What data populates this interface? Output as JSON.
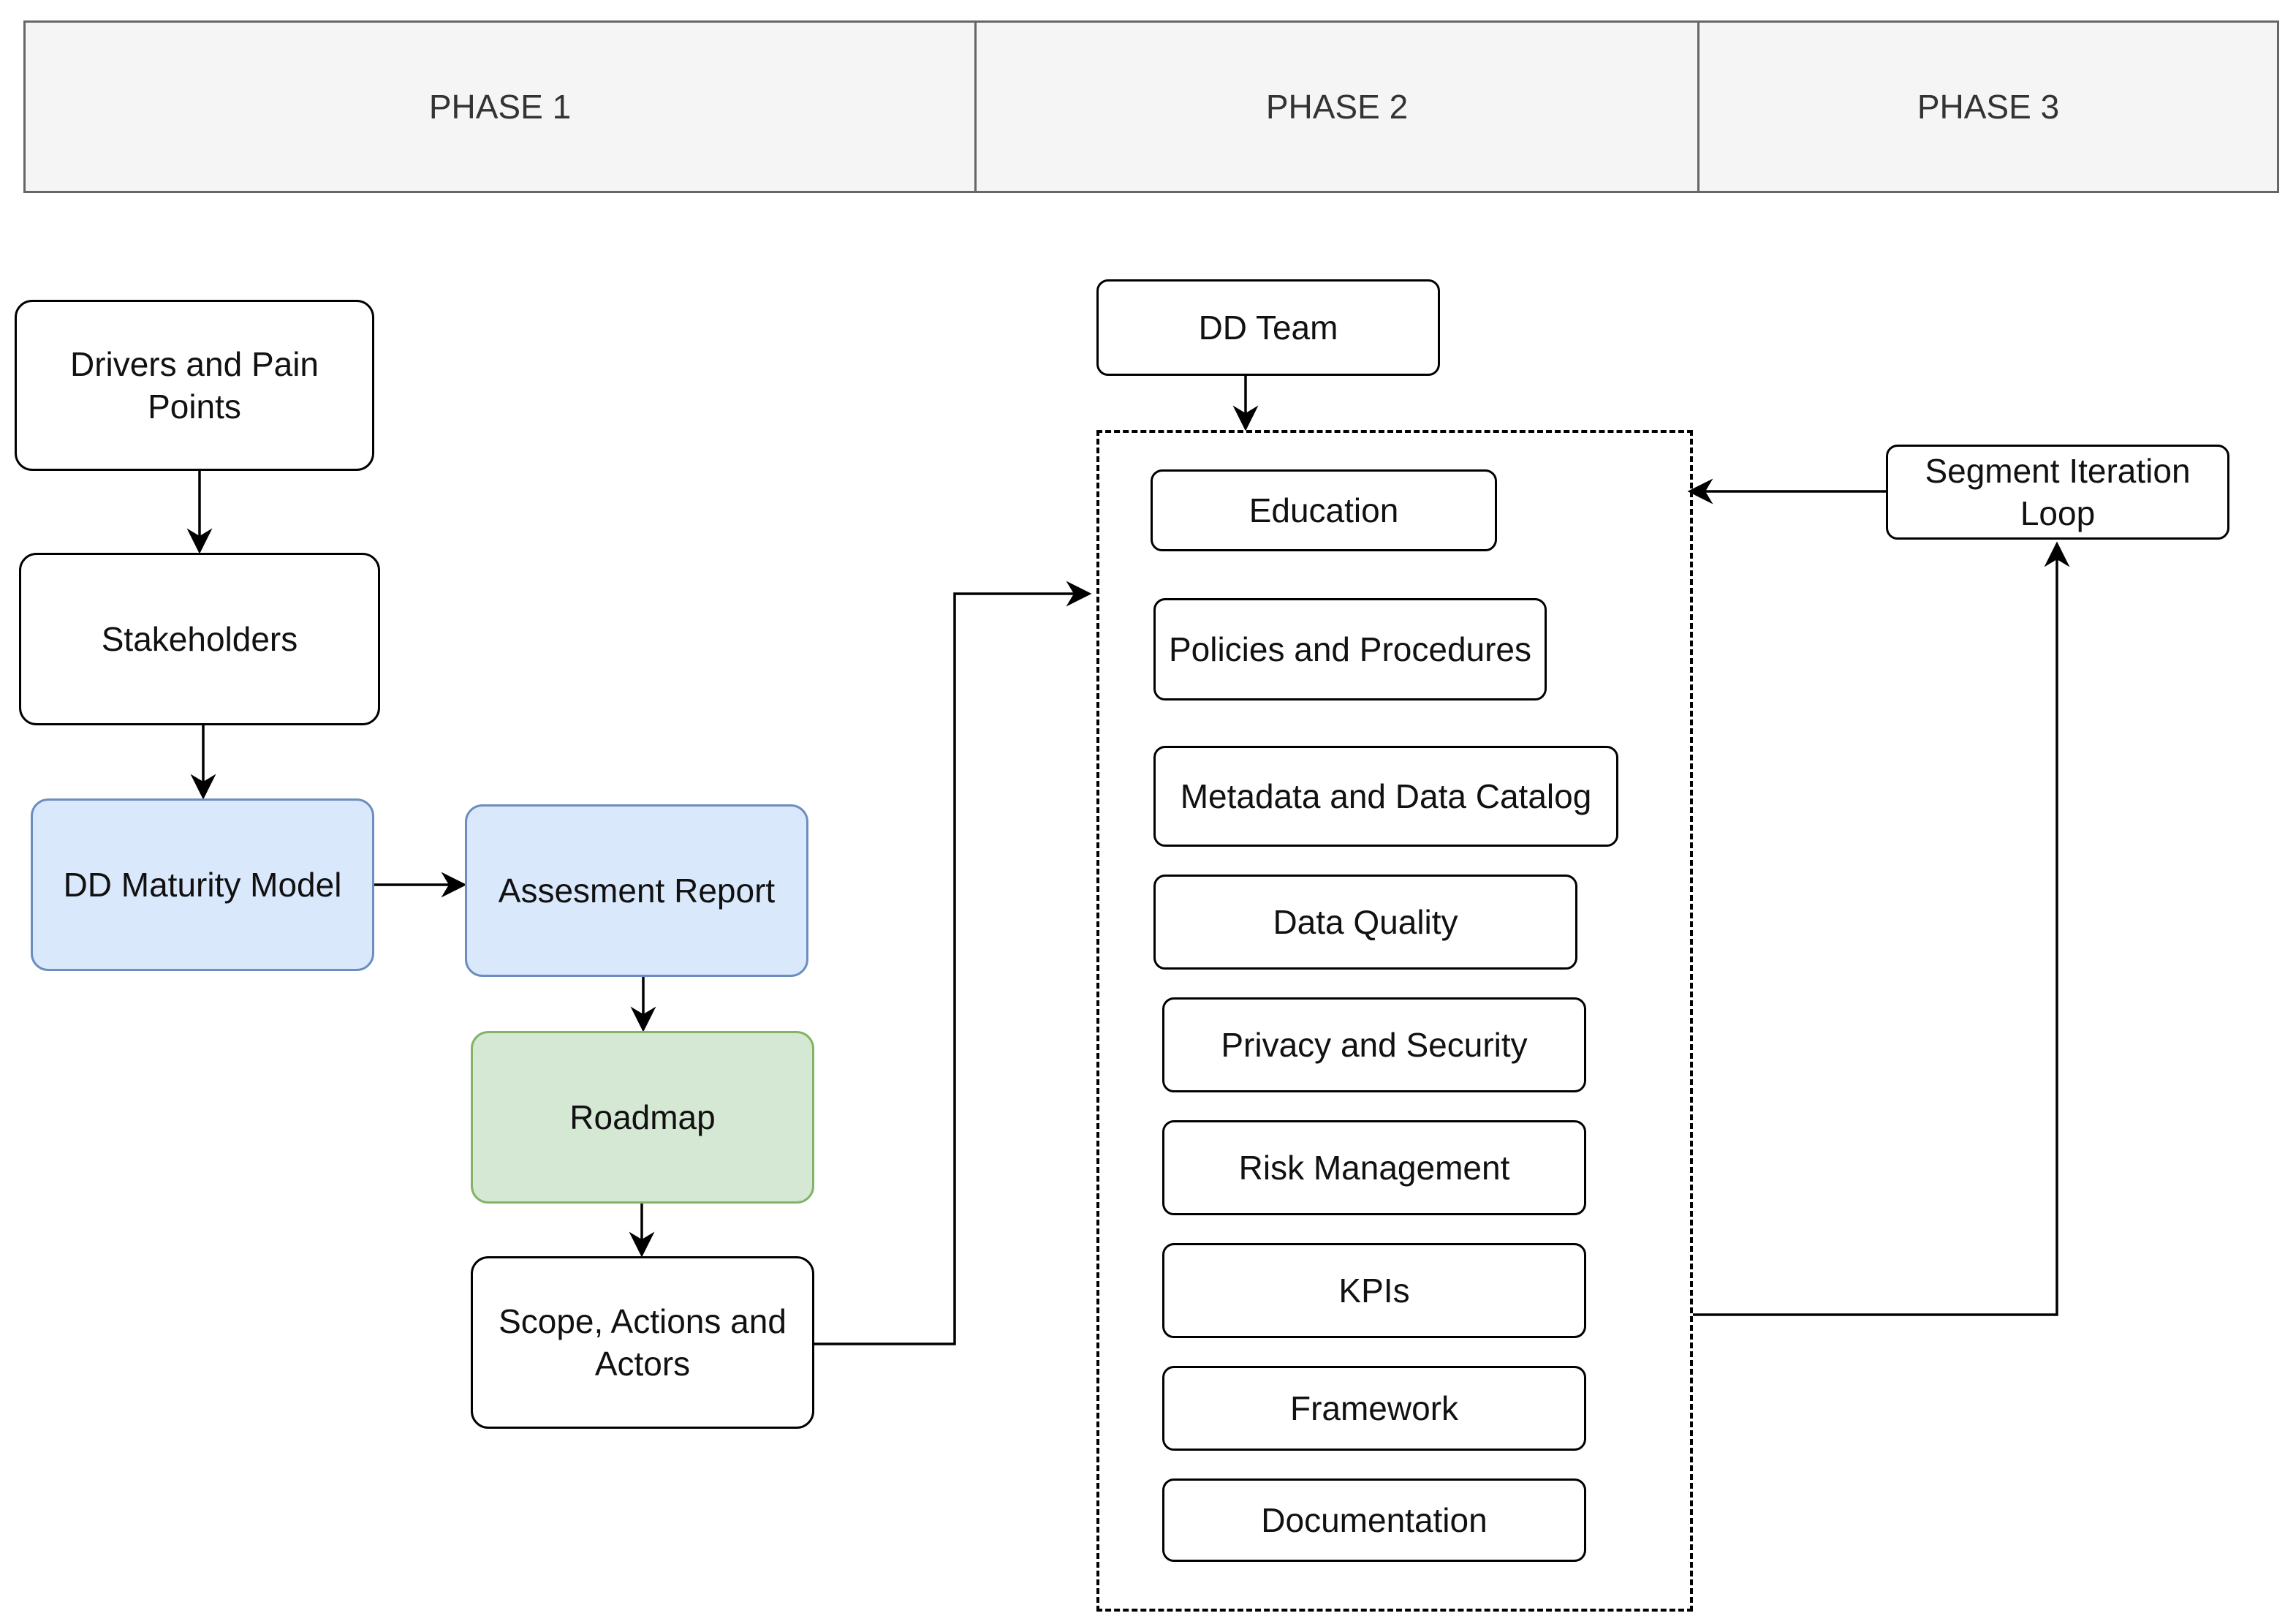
{
  "phases": [
    {
      "label": "PHASE 1"
    },
    {
      "label": "PHASE 2"
    },
    {
      "label": "PHASE 3"
    }
  ],
  "phase1": {
    "drivers": "Drivers and Pain Points",
    "stakeholders": "Stakeholders",
    "maturity_model": "DD Maturity Model",
    "assessment_report": "Assesment Report",
    "roadmap": "Roadmap",
    "scope": "Scope, Actions and Actors"
  },
  "phase2": {
    "team": "DD Team",
    "items": [
      "Education",
      "Policies and Procedures",
      "Metadata and Data Catalog",
      "Data Quality",
      "Privacy and Security",
      "Risk Management",
      "KPIs",
      "Framework",
      "Documentation"
    ]
  },
  "phase3": {
    "loop": "Segment Iteration Loop"
  },
  "colors": {
    "blue_fill": "#dae8fc",
    "blue_stroke": "#6c8ebf",
    "green_fill": "#d5e8d4",
    "green_stroke": "#82b366",
    "phase_fill": "#f5f5f5",
    "phase_stroke": "#666666"
  }
}
